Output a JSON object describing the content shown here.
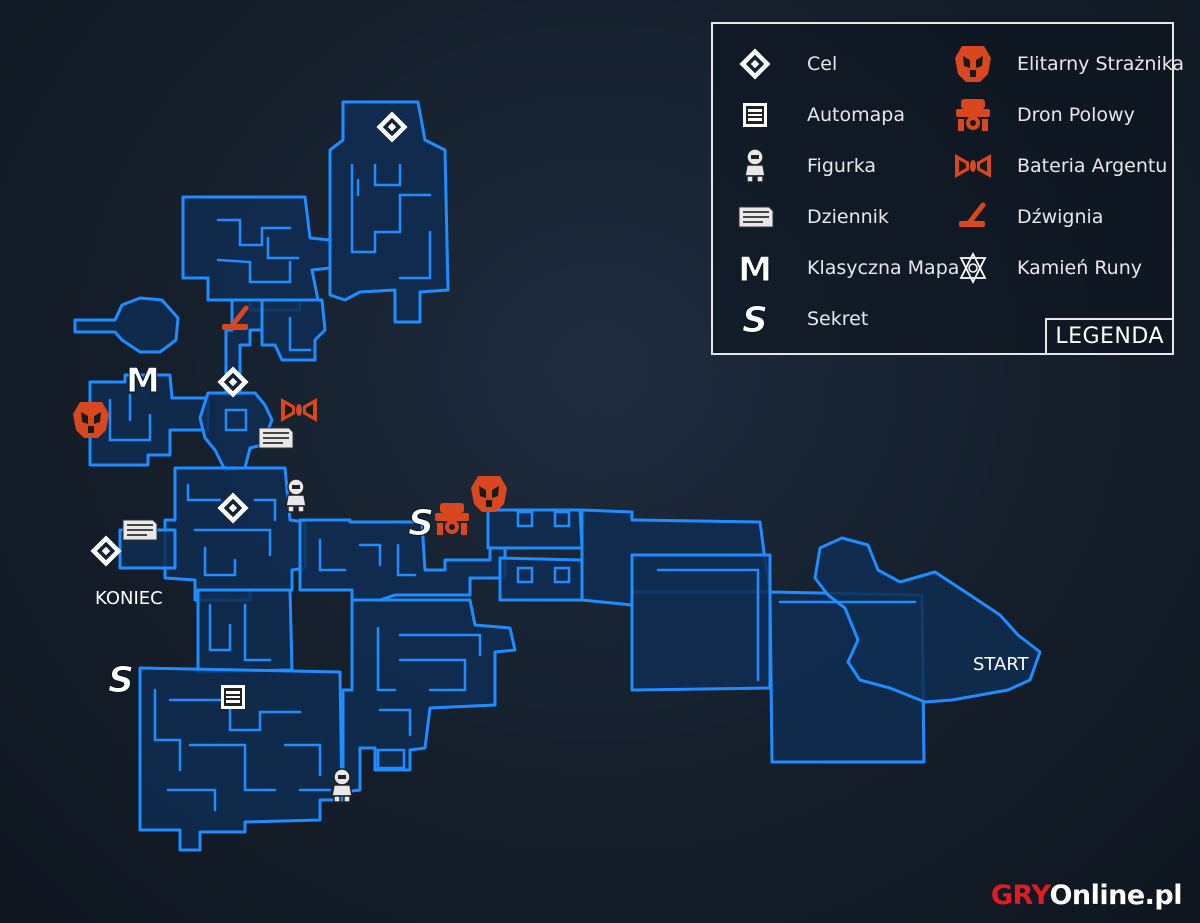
{
  "map_labels": {
    "end": "KONIEC",
    "start": "START",
    "classic_map_marker": "M",
    "secret_marker": "S"
  },
  "legend": {
    "title": "LEGENDA",
    "items": [
      {
        "icon": "diamond-icon",
        "label": "Cel"
      },
      {
        "icon": "automap-icon",
        "label": "Automapa"
      },
      {
        "icon": "figurine-icon",
        "label": "Figurka"
      },
      {
        "icon": "codex-icon",
        "label": "Dziennik"
      },
      {
        "icon": "classic-map-icon",
        "label": "Klasyczna Mapa",
        "glyph": "M"
      },
      {
        "icon": "secret-icon",
        "label": "Sekret",
        "glyph": "S"
      },
      {
        "icon": "elite-guard-icon",
        "label": "Elitarny Strażnika"
      },
      {
        "icon": "field-drone-icon",
        "label": "Dron Polowy"
      },
      {
        "icon": "argent-cell-icon",
        "label": "Bateria Argentu"
      },
      {
        "icon": "lever-icon",
        "label": "Dźwignia"
      },
      {
        "icon": "rune-stone-icon",
        "label": "Kamień Runy"
      }
    ]
  },
  "brand": {
    "part1": "GRY",
    "part2": "Online.pl"
  },
  "colors": {
    "wall": "#1f8dff",
    "room_fill": "#0f2d52",
    "enemy": "#d9471e",
    "marker": "#ffffff"
  }
}
